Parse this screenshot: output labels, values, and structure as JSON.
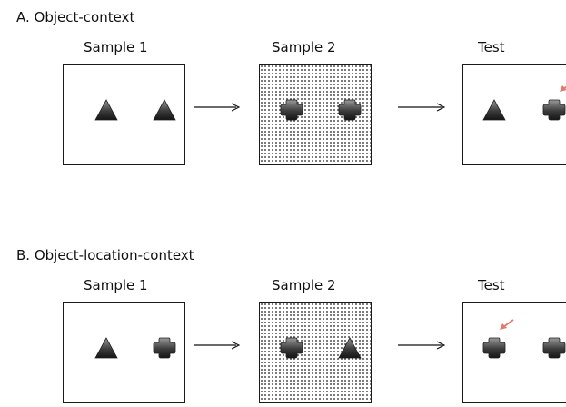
{
  "panels": [
    {
      "heading": "A. Object-context",
      "stages": [
        {
          "label": "Sample 1",
          "context": "plain",
          "objects": [
            "triangle",
            "triangle"
          ],
          "displaced": null
        },
        {
          "label": "Sample 2",
          "context": "dotted",
          "objects": [
            "cross",
            "cross"
          ],
          "displaced": null
        },
        {
          "label": "Test",
          "context": "plain",
          "objects": [
            "triangle",
            "cross"
          ],
          "displaced": 1
        }
      ]
    },
    {
      "heading": "B. Object-location-context",
      "stages": [
        {
          "label": "Sample 1",
          "context": "plain",
          "objects": [
            "triangle",
            "cross"
          ],
          "displaced": null
        },
        {
          "label": "Sample 2",
          "context": "dotted",
          "objects": [
            "cross",
            "triangle"
          ],
          "displaced": null
        },
        {
          "label": "Test",
          "context": "plain",
          "objects": [
            "cross",
            "cross"
          ],
          "displaced": 0
        }
      ]
    }
  ],
  "colors": {
    "object_dark": "#151515",
    "object_light": "#9a9a9a",
    "indicator_arrow": "#e07a6e",
    "flow_arrow": "#111111"
  },
  "icons": {
    "triangle": "triangle-object-icon",
    "cross": "cross-object-icon",
    "indicator": "indicator-arrow-icon",
    "flow": "flow-arrow-icon"
  }
}
